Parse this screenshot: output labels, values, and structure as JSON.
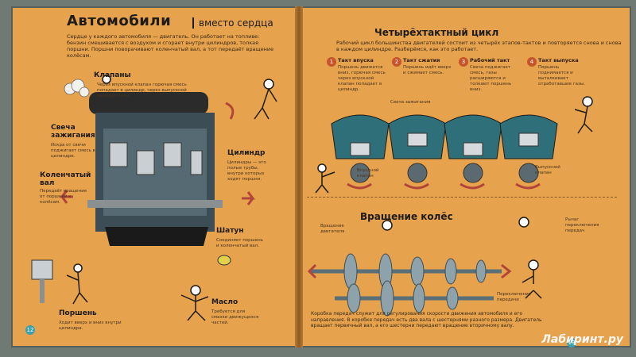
{
  "left": {
    "title": "Автомобили",
    "subtitle": "вместо сердца",
    "intro": "Сердце у каждого автомобиля — двигатель. Он работает на топливе: бензин смешивается с воздухом и сгорает внутри цилиндров, толкая поршни. Поршни поворачивают коленчатый вал, а тот передаёт вращение колёсам.",
    "labels": {
      "valves": "Клапаны",
      "spark_plug": "Свеча зажигания",
      "crankshaft": "Коленчатый вал",
      "cylinder": "Цилиндр",
      "conrod": "Шатун",
      "piston": "Поршень",
      "oil": "Масло"
    },
    "captions": {
      "valves": "Через впускной клапан горючая смесь попадает в цилиндр, через выпускной выходят газы.",
      "spark_plug": "Искра от свечи поджигает смесь в цилиндре.",
      "crankshaft": "Передаёт вращение от поршней к колёсам.",
      "cylinder": "Цилиндры — это полые трубы, внутри которых ходят поршни.",
      "conrod": "Соединяет поршень и коленчатый вал.",
      "piston": "Ходит вверх и вниз внутри цилиндра.",
      "oil": "Требуется для смазки движущихся частей."
    },
    "page_number": "12"
  },
  "right": {
    "cycle_title": "Четырёхтактный цикл",
    "cycle_intro": "Рабочий цикл большинства двигателей состоит из четырёх этапов-тактов и повторяется снова и снова в каждом цилиндре. Разберёмся, как это работает.",
    "steps": [
      {
        "num": "1",
        "title": "Такт впуска",
        "text": "Поршень движется вниз, горючая смесь через впускной клапан попадает в цилиндр."
      },
      {
        "num": "2",
        "title": "Такт сжатия",
        "text": "Поршень идёт вверх и сжимает смесь."
      },
      {
        "num": "3",
        "title": "Рабочий такт",
        "text": "Свеча поджигает смесь, газы расширяются и толкают поршень вниз."
      },
      {
        "num": "4",
        "title": "Такт выпуска",
        "text": "Поршень поднимается и выталкивает отработавшие газы."
      }
    ],
    "spark_label": "Свеча зажигания",
    "intake_label": "Впускной клапан",
    "exhaust_label": "Выпускной клапан",
    "wheels_title": "Вращение колёс",
    "wheels_text": "Коробка передач служит для регулирования скорости движения автомобиля и его направления. В коробке передач есть два вала с шестернями разного размера. Двигатель вращает первичный вал, а его шестерни передают вращение вторичному валу.",
    "gear_labels": {
      "from_engine": "Вращение двигателя",
      "lever": "Рычаг переключения передач",
      "shift": "Переключение передачи"
    },
    "page_number": "13"
  },
  "watermark": "Лабиринт.ру"
}
